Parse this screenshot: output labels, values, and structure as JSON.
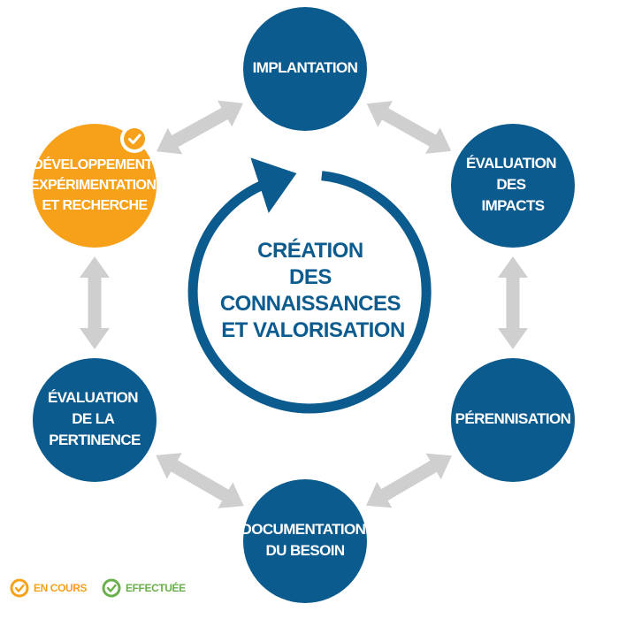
{
  "colors": {
    "node_blue": "#0b5b8f",
    "node_orange": "#f7a11a",
    "arrow_gray": "#cfcfcf",
    "ring_blue": "#0b5b8f",
    "check_green": "#6ab04c",
    "legend_orange": "#f7a11a",
    "legend_green": "#6ab04c"
  },
  "center": {
    "lines": [
      "CRÉATION",
      "DES",
      "CONNAISSANCES",
      "ET VALORISATION"
    ]
  },
  "nodes": [
    {
      "id": "implantation",
      "lines": [
        "IMPLANTATION"
      ],
      "status": "none"
    },
    {
      "id": "evaluation-impacts",
      "lines": [
        "ÉVALUATION",
        "DES",
        "IMPACTS"
      ],
      "status": "none"
    },
    {
      "id": "perennisation",
      "lines": [
        "PÉRENNISATION"
      ],
      "status": "none"
    },
    {
      "id": "documentation-besoin",
      "lines": [
        "DOCUMENTATION",
        "DU BESOIN"
      ],
      "status": "none"
    },
    {
      "id": "evaluation-pertinence",
      "lines": [
        "ÉVALUATION",
        "DE LA",
        "PERTINENCE"
      ],
      "status": "none"
    },
    {
      "id": "developpement",
      "lines": [
        "DÉVELOPPEMENT",
        "EXPÉRIMENTATION",
        "ET RECHERCHE"
      ],
      "status": "en-cours",
      "icon": "check-icon"
    }
  ],
  "legend": {
    "en_cours": "EN COURS",
    "effectuee": "EFFECTUÉE",
    "icon": "check-circle-icon"
  }
}
